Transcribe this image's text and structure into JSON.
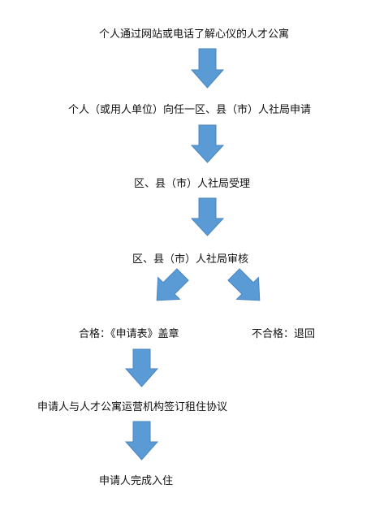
{
  "flow": {
    "steps": [
      "个人通过网站或电话了解心仪的人才公寓",
      "个人（或用人单位）向任一区、县（市）人社局申请",
      "区、县（市）人社局受理",
      "区、县（市）人社局审核",
      "合格：《申请表》盖章",
      "不合格：退回",
      "申请人与人才公寓运营机构签订租住协议",
      "申请人完成入住"
    ]
  },
  "colors": {
    "arrow_fill": "#5b9bd5",
    "arrow_stroke": "#4a86c0",
    "text": "#111111"
  }
}
